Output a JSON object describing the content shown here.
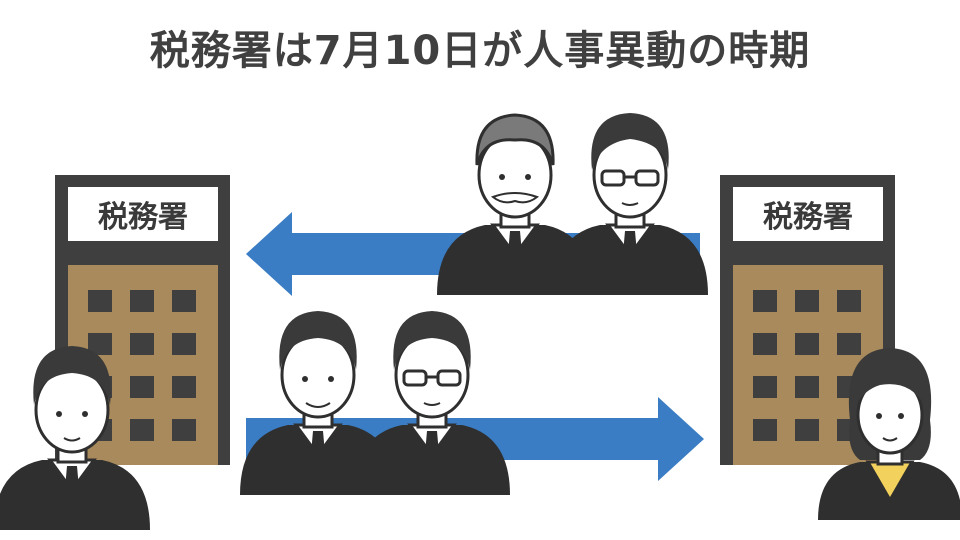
{
  "title": "税務署は7月10日が人事異動の時期",
  "left_office": {
    "sign": "税務署"
  },
  "right_office": {
    "sign": "税務署"
  },
  "colors": {
    "arrow": "#3a7dc4",
    "building_body": "#a88a5c",
    "building_frame": "#3f3f3f",
    "suit": "#2f2f2f",
    "hair_black": "#3a3a3a",
    "hair_gray": "#7a7a7a",
    "shirt_yellow": "#f2d25c"
  },
  "arrows": [
    {
      "direction": "left",
      "description": "transfer-to-left-office"
    },
    {
      "direction": "right",
      "description": "transfer-to-right-office"
    }
  ]
}
